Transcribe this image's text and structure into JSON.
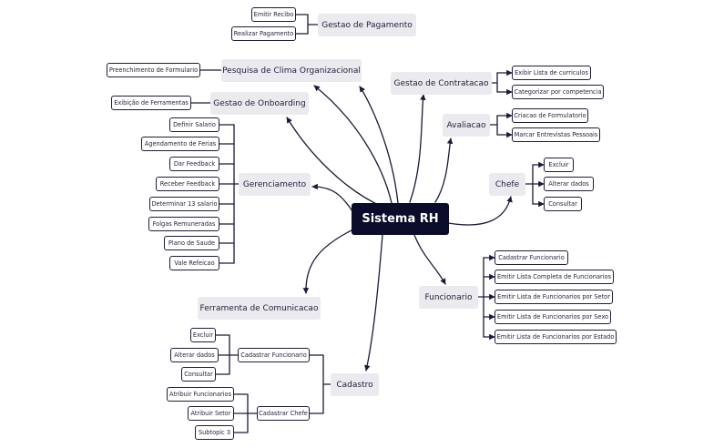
{
  "root": "Sistema RH",
  "branches": {
    "pagamento": {
      "title": "Gestao de Pagamento",
      "items": [
        "Emitir Recibo",
        "Realizar Pagamento"
      ]
    },
    "clima": {
      "title": "Pesquisa de Clima Organizacional",
      "items": [
        "Preenchimento de Formulario"
      ]
    },
    "onboarding": {
      "title": "Gestao de Onboarding",
      "items": [
        "Exibição de Ferramentas"
      ]
    },
    "gerenciamento": {
      "title": "Gerenciamento",
      "items": [
        "Definir Salario",
        "Agendamento de Ferias",
        "Dar Feedback",
        "Receber Feedback",
        "Determinar 13 salario",
        "Folgas Remuneradas",
        "Plano de Saude",
        "Vale Refeicao"
      ]
    },
    "comunicacao": {
      "title": "Ferramenta de Comunicacao"
    },
    "cadastro": {
      "title": "Cadastro",
      "funcionario": {
        "title": "Cadastrar Funcionario",
        "items": [
          "Excluir",
          "Alterar dados",
          "Consultar"
        ]
      },
      "chefe": {
        "title": "Cadastrar Chefe",
        "items": [
          "Atribuir Funcionarios",
          "Atribuir Setor",
          "Subtopic 3"
        ]
      }
    },
    "contratacao": {
      "title": "Gestao de Contratacao",
      "items": [
        "Exibir Lista de curriculos",
        "Categorizar por competencia"
      ]
    },
    "avaliacao": {
      "title": "Avaliacao",
      "items": [
        "Criacao de Formulatorio",
        "Marcar Entrevistas Pessoais"
      ]
    },
    "chefe": {
      "title": "Chefe",
      "items": [
        "Excluir",
        "Alterar dados",
        "Consultar"
      ]
    },
    "funcionario": {
      "title": "Funcionario",
      "items": [
        "Cadastrar Funcionario",
        "Emitir Lista Completa de Funcionarios",
        "Emitir Lista de Funcionarios por Setor",
        "Emitir Lista de Funcionarios por Sexo",
        "Emitir Lista de Funcionarios por Estado"
      ]
    }
  },
  "colors": {
    "root_fill": "#0b0b2a",
    "root_text": "#ffffff",
    "topic_fill": "#ebebef",
    "line": "#1a1a3a"
  }
}
